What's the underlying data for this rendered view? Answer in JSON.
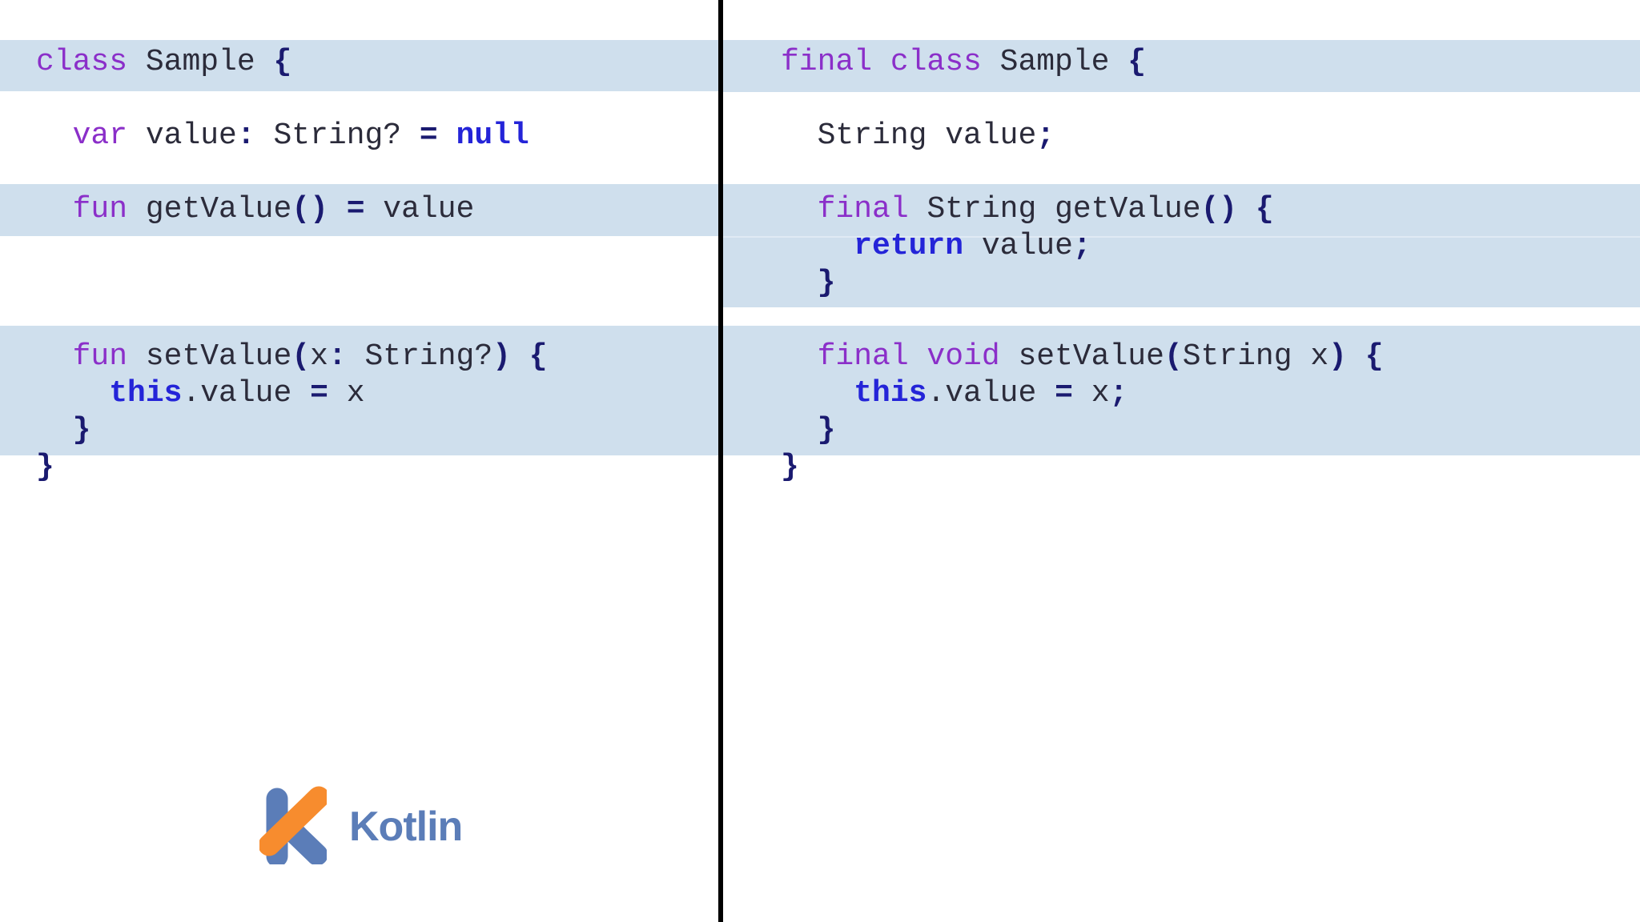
{
  "panes": {
    "left": {
      "language_semantic": "kotlin",
      "lines": [
        [
          {
            "s": "kw",
            "t": "class"
          },
          {
            "s": "txt",
            "t": " Sample "
          },
          {
            "s": "pun",
            "t": "{"
          }
        ],
        [],
        [
          {
            "s": "kw",
            "t": "  var"
          },
          {
            "s": "txt",
            "t": " value"
          },
          {
            "s": "pun",
            "t": ":"
          },
          {
            "s": "txt",
            "t": " String? "
          },
          {
            "s": "pun",
            "t": "="
          },
          {
            "s": "lit",
            "t": " null"
          }
        ],
        [],
        [
          {
            "s": "kw",
            "t": "  fun"
          },
          {
            "s": "txt",
            "t": " getValue"
          },
          {
            "s": "pun",
            "t": "()"
          },
          {
            "s": "txt",
            "t": " "
          },
          {
            "s": "pun",
            "t": "="
          },
          {
            "s": "txt",
            "t": " value"
          }
        ],
        [],
        [],
        [],
        [
          {
            "s": "kw",
            "t": "  fun"
          },
          {
            "s": "txt",
            "t": " setValue"
          },
          {
            "s": "pun",
            "t": "("
          },
          {
            "s": "txt",
            "t": "x"
          },
          {
            "s": "pun",
            "t": ":"
          },
          {
            "s": "txt",
            "t": " String?"
          },
          {
            "s": "pun",
            "t": ")"
          },
          {
            "s": "txt",
            "t": " "
          },
          {
            "s": "pun",
            "t": "{"
          }
        ],
        [
          {
            "s": "lit",
            "t": "    this"
          },
          {
            "s": "txt",
            "t": ".value "
          },
          {
            "s": "pun",
            "t": "="
          },
          {
            "s": "txt",
            "t": " x"
          }
        ],
        [
          {
            "s": "pun",
            "t": "  }"
          }
        ],
        [
          {
            "s": "pun",
            "t": "}"
          }
        ]
      ]
    },
    "right": {
      "language_semantic": "java",
      "lines": [
        [
          {
            "s": "kw",
            "t": "final class"
          },
          {
            "s": "txt",
            "t": " Sample "
          },
          {
            "s": "pun",
            "t": "{"
          }
        ],
        [],
        [
          {
            "s": "txt",
            "t": "  String value"
          },
          {
            "s": "pun",
            "t": ";"
          }
        ],
        [],
        [
          {
            "s": "kw",
            "t": "  final"
          },
          {
            "s": "txt",
            "t": " String getValue"
          },
          {
            "s": "pun",
            "t": "()"
          },
          {
            "s": "txt",
            "t": " "
          },
          {
            "s": "pun",
            "t": "{"
          }
        ],
        [
          {
            "s": "lit",
            "t": "    return"
          },
          {
            "s": "txt",
            "t": " value"
          },
          {
            "s": "pun",
            "t": ";"
          }
        ],
        [
          {
            "s": "pun",
            "t": "  }"
          }
        ],
        [],
        [
          {
            "s": "kw",
            "t": "  final void"
          },
          {
            "s": "txt",
            "t": " setValue"
          },
          {
            "s": "pun",
            "t": "("
          },
          {
            "s": "txt",
            "t": "String x"
          },
          {
            "s": "pun",
            "t": ")"
          },
          {
            "s": "txt",
            "t": " "
          },
          {
            "s": "pun",
            "t": "{"
          }
        ],
        [
          {
            "s": "lit",
            "t": "    this"
          },
          {
            "s": "txt",
            "t": ".value "
          },
          {
            "s": "pun",
            "t": "="
          },
          {
            "s": "txt",
            "t": " x"
          },
          {
            "s": "pun",
            "t": ";"
          }
        ],
        [
          {
            "s": "pun",
            "t": "  }"
          }
        ],
        [
          {
            "s": "pun",
            "t": "}"
          }
        ]
      ]
    }
  },
  "logo": {
    "wordmark": "Kotlin"
  },
  "colors": {
    "keyword_purple": "#8b2fc9",
    "plain_text": "#2b2b3a",
    "punctuation_navy": "#1a1a70",
    "literal_blue": "#2424d8",
    "highlight_band": "#cfdfed",
    "divider": "#000000",
    "kotlin_blue": "#5b7db8",
    "kotlin_orange": "#f78c2e"
  }
}
